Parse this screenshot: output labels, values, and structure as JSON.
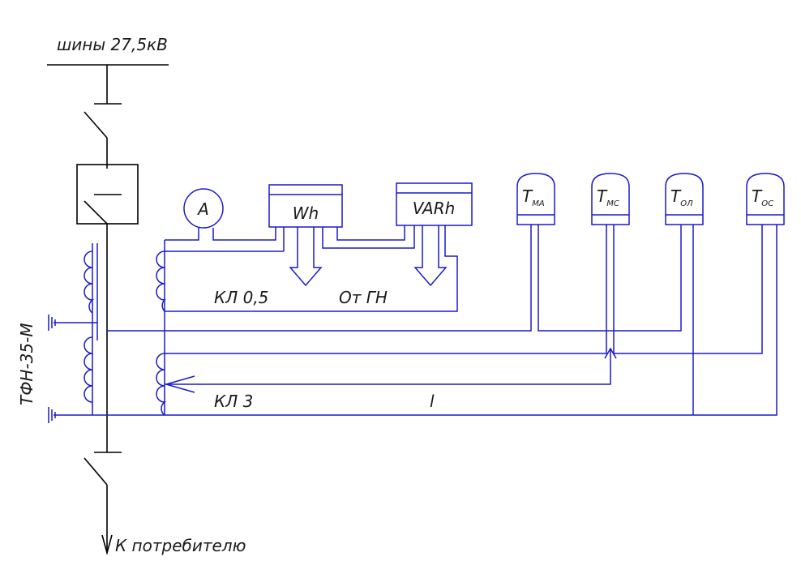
{
  "bus_label": "шины 27,5кВ",
  "transformer_label": "ТФН-35-М",
  "ammeter_label": "A",
  "wattmeter_label": "Wh",
  "varmeter_label": "VARh",
  "class_label_1": "КЛ 0,5",
  "class_label_2": "КЛ 3",
  "from_gn_label": "От ГН",
  "length_label": "l",
  "consumer_label": "К потребителю",
  "relays": [
    {
      "main": "T",
      "sub": "МА"
    },
    {
      "main": "T",
      "sub": "МС"
    },
    {
      "main": "T",
      "sub": "ОЛ"
    },
    {
      "main": "T",
      "sub": "ОС"
    }
  ],
  "colors": {
    "power_circuit": "#000000",
    "secondary_circuit": "#1a1acc"
  }
}
